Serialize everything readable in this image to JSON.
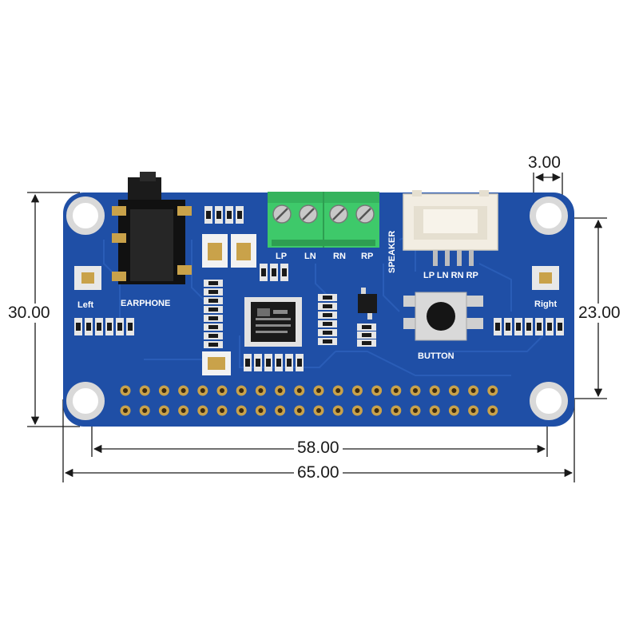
{
  "dimensions": {
    "board_height": "30.00",
    "hole_spacing_vertical": "23.00",
    "hole_diameter": "3.00",
    "hole_spacing_horizontal": "58.00",
    "board_width": "65.00"
  },
  "labels": {
    "left": "Left",
    "earphone": "EARPHONE",
    "lp": "LP",
    "ln": "LN",
    "rn": "RN",
    "rp": "RP",
    "speaker": "SPEAKER",
    "lp_ln_rn_rp": "LP LN RN RP",
    "right": "Right",
    "button": "BUTTON"
  },
  "colors": {
    "pcb": "#1f4fa6",
    "pcb_trace": "#2a5db7",
    "terminal_green": "#3ec96a",
    "connector_white": "#f2ede2",
    "gold": "#c9a24a",
    "hole_ring": "#d9d9d9"
  }
}
